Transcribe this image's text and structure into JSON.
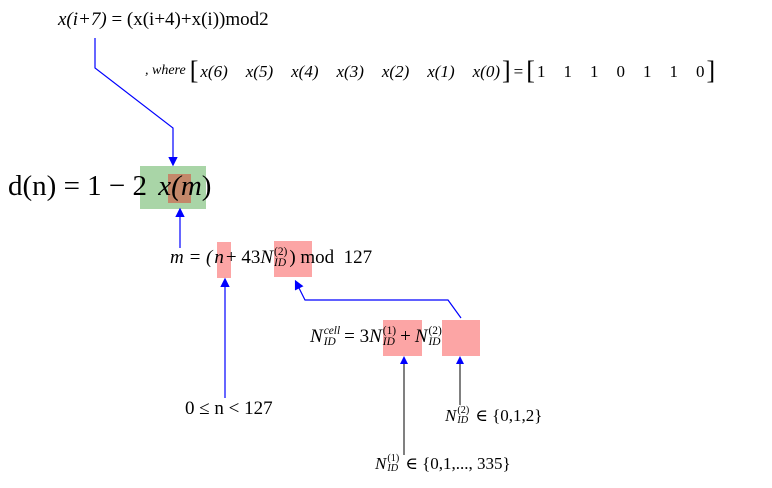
{
  "recurrence": {
    "lhs": "x(i+7)",
    "rhs": "= (x(i+4)+x(i))mod2"
  },
  "initial_state": {
    "prefix": ", where",
    "terms": [
      "x(6)",
      "x(5)",
      "x(4)",
      "x(3)",
      "x(2)",
      "x(1)",
      "x(0)"
    ],
    "values": [
      "1",
      "1",
      "1",
      "0",
      "1",
      "1",
      "0"
    ]
  },
  "sequence": {
    "lhs": "d(n) = 1 − 2",
    "x": "x(",
    "m": "m",
    "close": ")"
  },
  "m_equation": {
    "lhs": "m = (",
    "n": "n",
    "plus": "+ 43",
    "nid_sup": "(2)",
    "nid_sub": "ID",
    "tail": ") mod  127"
  },
  "cell_id": {
    "lhs_sup": "cell",
    "lhs_sub": "ID",
    "eq": "= 3",
    "n1_sup": "(1)",
    "n2_sup": "(2)",
    "plus": "+"
  },
  "ranges": {
    "n_range": "0 ≤ n < 127",
    "nid2_range": "∈ {0,1,2}",
    "nid1_range": "∈ {0,1,..., 335}"
  },
  "colors": {
    "arrow": "#0000ff",
    "green": "#a9d5a7",
    "orange": "#c4886a",
    "pink": "#fca5a5"
  }
}
